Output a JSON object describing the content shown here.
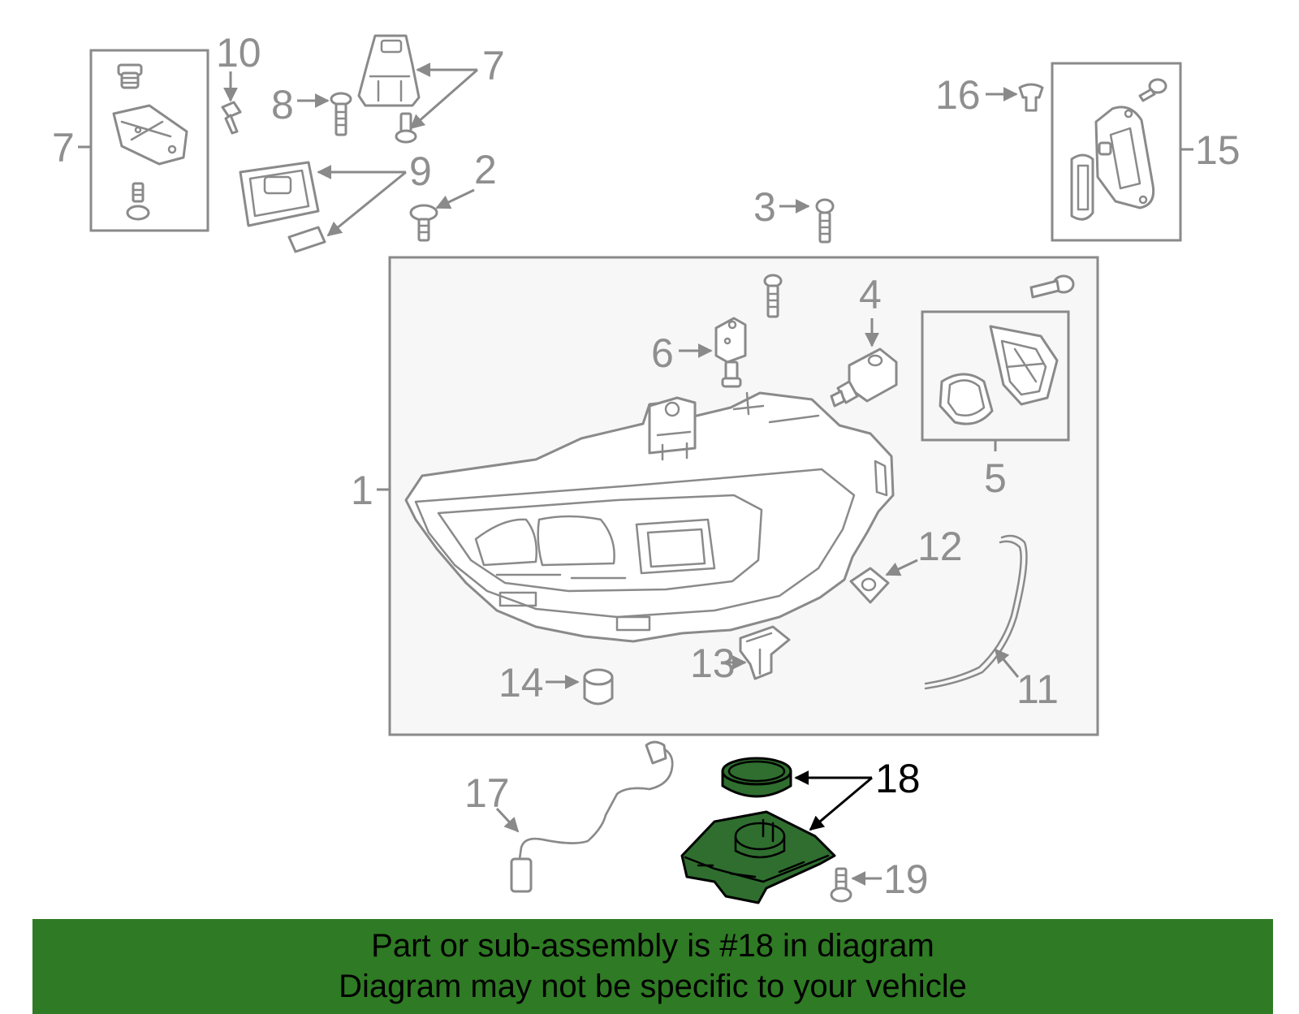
{
  "diagram": {
    "highlighted_part": "18",
    "highlight_color": "#2f6e2f",
    "part_labels": {
      "p1": "1",
      "p2": "2",
      "p3": "3",
      "p4": "4",
      "p5": "5",
      "p6": "6",
      "p7a": "7",
      "p7b": "7",
      "p8": "8",
      "p9": "9",
      "p10": "10",
      "p11": "11",
      "p12": "12",
      "p13": "13",
      "p14": "14",
      "p15": "15",
      "p16": "16",
      "p17": "17",
      "p18": "18",
      "p19": "19"
    }
  },
  "banner": {
    "color": "#2f7a24",
    "line1": "Part or sub-assembly is #18 in diagram",
    "line2": "Diagram may not be specific to your vehicle"
  }
}
